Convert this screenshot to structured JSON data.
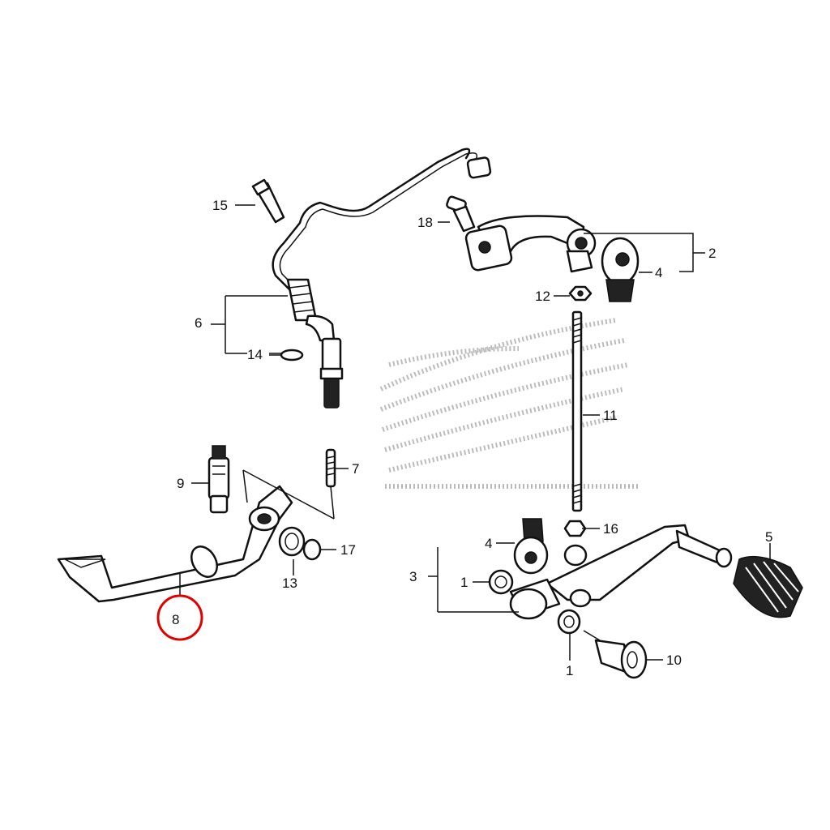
{
  "callouts": {
    "c1a": "1",
    "c1b": "1",
    "c2": "2",
    "c3": "3",
    "c4a": "4",
    "c4b": "4",
    "c5": "5",
    "c6": "6",
    "c7": "7",
    "c8": "8",
    "c9": "9",
    "c10": "10",
    "c11": "11",
    "c12": "12",
    "c13": "13",
    "c14": "14",
    "c15": "15",
    "c16": "16",
    "c17": "17",
    "c18": "18"
  },
  "highlight": {
    "part": "8",
    "color": "#e00000"
  },
  "watermark": {
    "type": "Honda wing logo (dotted, faded)"
  }
}
